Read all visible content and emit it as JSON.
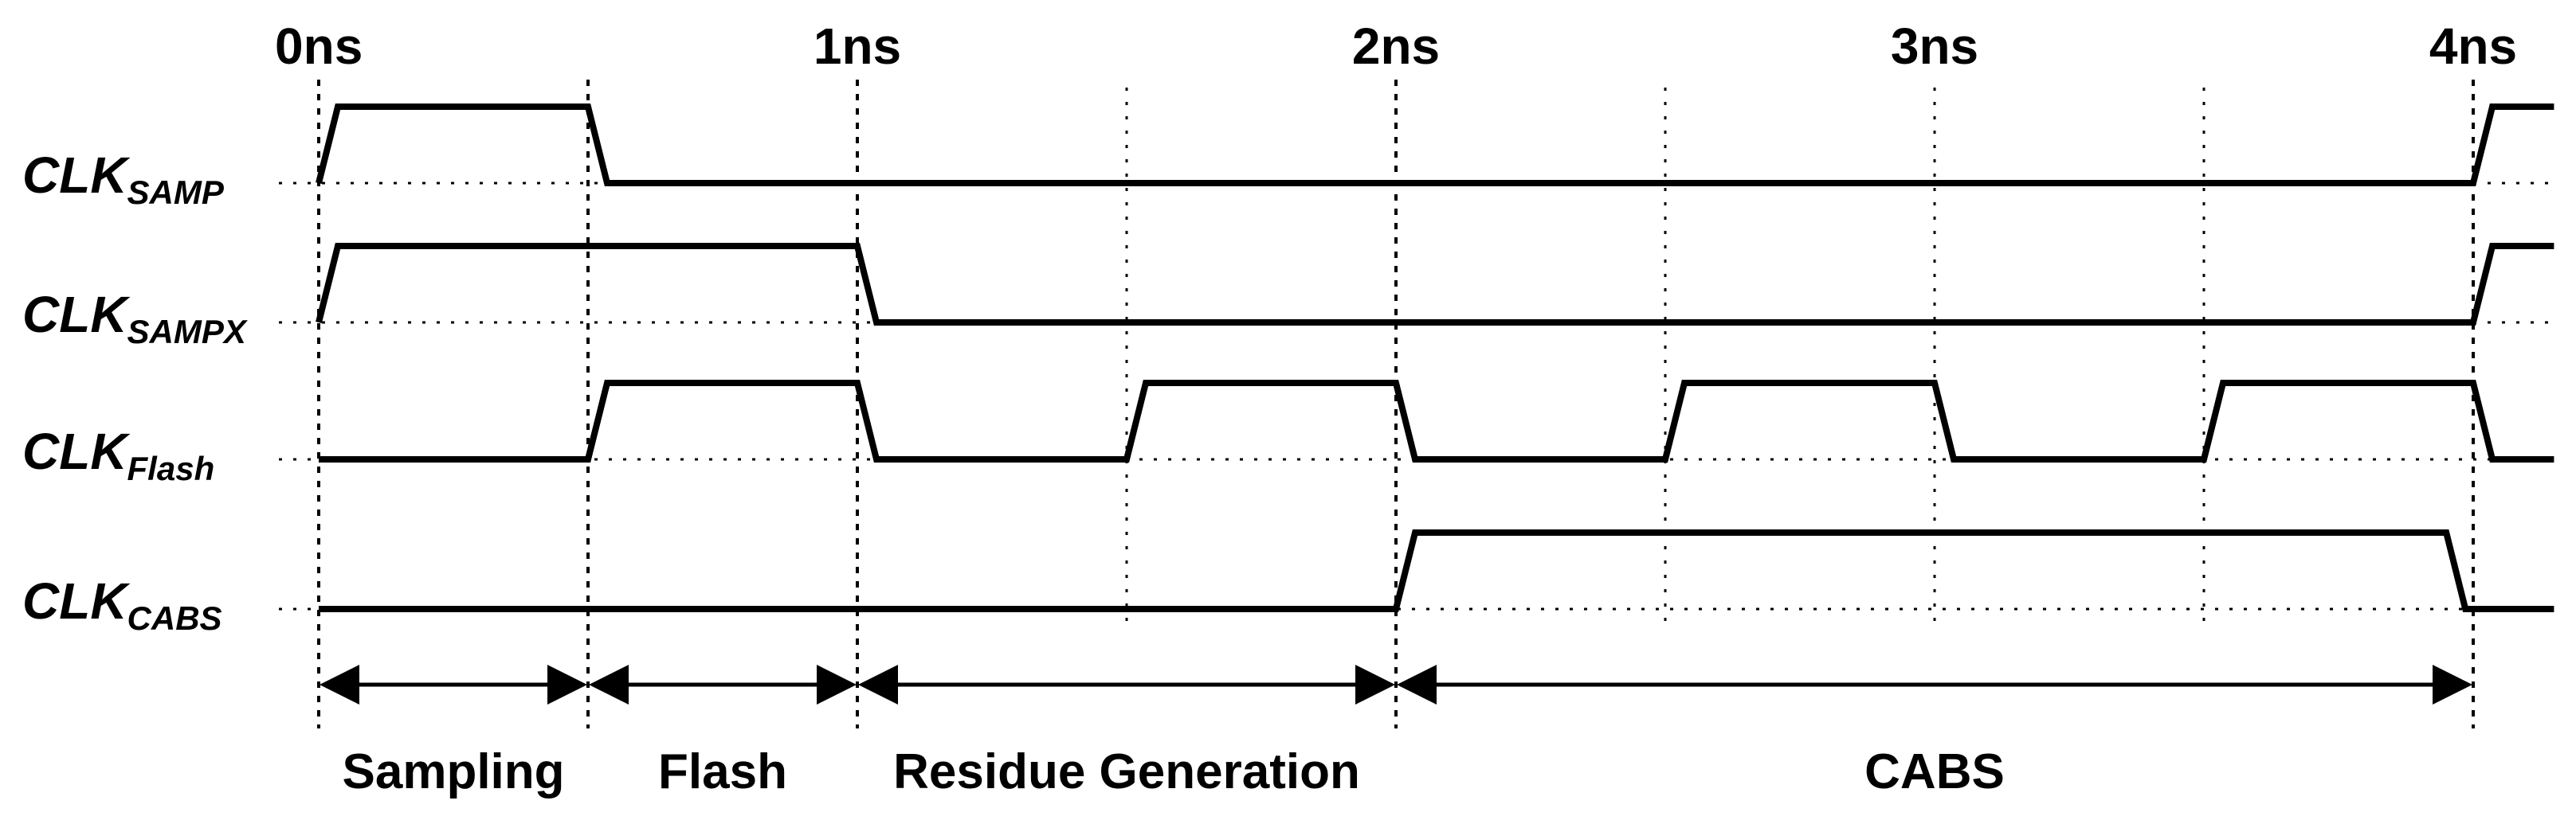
{
  "time_axis": {
    "labels": [
      "0ns",
      "1ns",
      "2ns",
      "3ns",
      "4ns"
    ],
    "values": [
      0,
      1,
      2,
      3,
      4
    ],
    "unit": "ns",
    "range": [
      0,
      4
    ]
  },
  "signals": [
    {
      "name": "CLK",
      "subscript": "SAMP",
      "high_intervals": [
        [
          0,
          1
        ],
        [
          8,
          8.3
        ]
      ]
    },
    {
      "name": "CLK",
      "subscript": "SAMPX",
      "high_intervals": [
        [
          0,
          2
        ],
        [
          8,
          8.3
        ]
      ]
    },
    {
      "name": "CLK",
      "subscript": "Flash",
      "high_intervals": [
        [
          1,
          2
        ],
        [
          3,
          4
        ],
        [
          5,
          6
        ],
        [
          7,
          8
        ]
      ]
    },
    {
      "name": "CLK",
      "subscript": "CABS",
      "high_intervals": [
        [
          4,
          7.9
        ]
      ]
    }
  ],
  "phases": [
    {
      "label": "Sampling",
      "start": 0,
      "end": 1
    },
    {
      "label": "Flash",
      "start": 1,
      "end": 2
    },
    {
      "label": "Residue Generation",
      "start": 2,
      "end": 4
    },
    {
      "label": "CABS",
      "start": 4,
      "end": 8
    }
  ],
  "grid": {
    "half_ns_divisions": [
      0,
      1,
      2,
      3,
      4,
      5,
      6,
      7,
      8
    ],
    "major_divisions": [
      0,
      1,
      2,
      4,
      8
    ]
  },
  "colors": {
    "ink": "#000000",
    "background": "#ffffff"
  }
}
